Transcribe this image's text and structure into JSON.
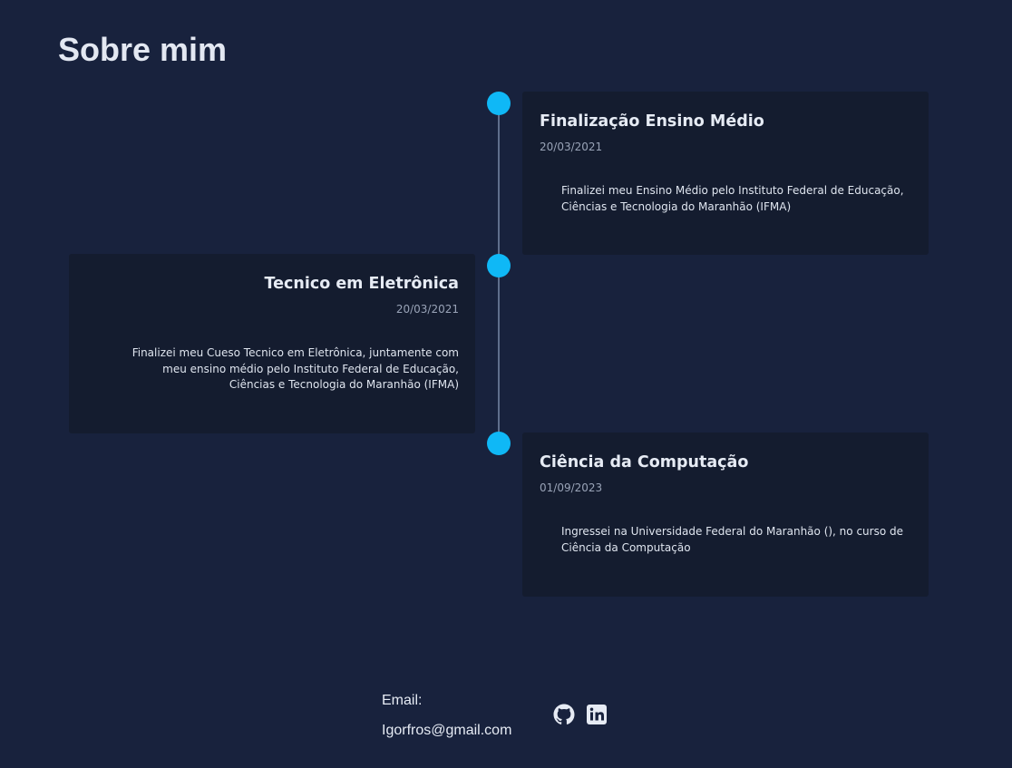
{
  "page": {
    "title": "Sobre mim"
  },
  "timeline": [
    {
      "title": "Finalização Ensino Médio",
      "date": "20/03/2021",
      "description": "Finalizei meu Ensino Médio pelo Instituto Federal de Educação, Ciências e Tecnologia do Maranhão (IFMA)"
    },
    {
      "title": "Tecnico em Eletrônica",
      "date": "20/03/2021",
      "description": "Finalizei meu Cueso Tecnico em Eletrônica, juntamente com meu ensino médio pelo Instituto Federal de Educação, Ciências e Tecnologia do Maranhão (IFMA)"
    },
    {
      "title": "Ciência da Computação",
      "date": "01/09/2023",
      "description": "Ingressei na Universidade Federal do Maranhão (), no curso de Ciência da Computação"
    }
  ],
  "footer": {
    "email_label": "Email:",
    "email": "Igorfros@gmail.com",
    "social_icons": [
      "github-icon",
      "linkedin-icon"
    ]
  },
  "colors": {
    "background": "#18223d",
    "card": "#141c2f",
    "accent": "#0fb8f6",
    "line": "#5f6f8c"
  }
}
